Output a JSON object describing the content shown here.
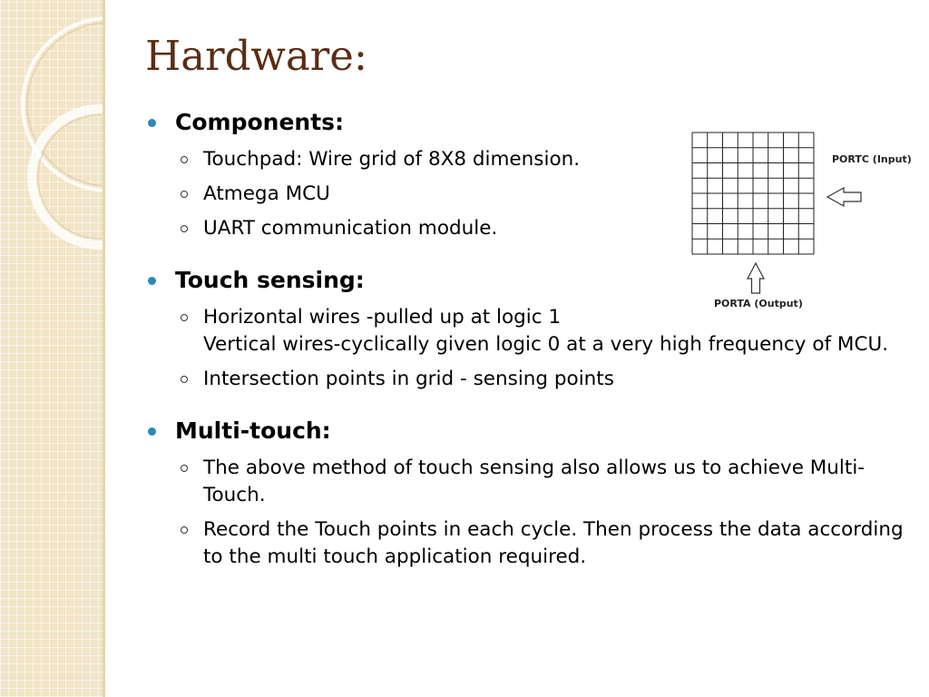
{
  "slide": {
    "title": "Hardware:"
  },
  "sections": [
    {
      "heading": "Components:",
      "items": [
        {
          "lines": [
            "Touchpad: Wire grid of 8X8 dimension."
          ]
        },
        {
          "lines": [
            "Atmega MCU"
          ]
        },
        {
          "lines": [
            "UART communication module."
          ]
        }
      ]
    },
    {
      "heading": "Touch sensing:",
      "items": [
        {
          "lines": [
            "Horizontal wires -pulled up at logic 1",
            "Vertical wires-cyclically given logic 0 at a very high frequency of MCU."
          ]
        },
        {
          "lines": [
            "Intersection points in grid - sensing points"
          ]
        }
      ]
    },
    {
      "heading": "Multi-touch:",
      "items": [
        {
          "lines": [
            "The above method of touch sensing also allows us to achieve Multi-Touch."
          ]
        },
        {
          "lines": [
            "Record the Touch points in each cycle. Then process the data according to the multi touch application required."
          ]
        }
      ]
    }
  ],
  "diagram": {
    "grid_rows": 8,
    "grid_cols": 8,
    "input_label": "PORTC (Input)",
    "output_label": "PORTA (Output)"
  },
  "colors": {
    "title": "#5a2d14",
    "bullet": "#2a8ab5",
    "sidebar": "#f1e4c6"
  }
}
